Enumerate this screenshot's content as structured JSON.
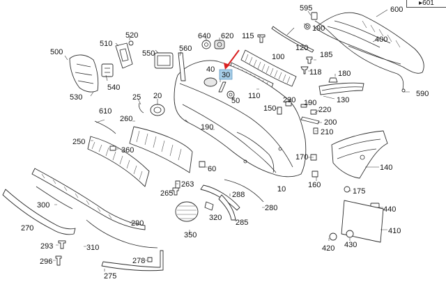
{
  "corner_label": "▸601",
  "highlighted_part": "30",
  "colors": {
    "highlight": "#a9cfe9",
    "arrow": "#d92020",
    "line": "#2a2a2a"
  },
  "labels": {
    "p595": "595",
    "p600": "600",
    "p190a": "190",
    "p640": "640",
    "p620": "620",
    "p520": "520",
    "p510": "510",
    "p500": "500",
    "p550": "550",
    "p560": "560",
    "p115": "115",
    "p120": "120",
    "p400": "400",
    "p40": "40",
    "p100": "100",
    "p185": "185",
    "p118": "118",
    "p180": "180",
    "p590": "590",
    "p540": "540",
    "p530": "530",
    "p30": "30",
    "p110": "110",
    "p50": "50",
    "p130": "130",
    "p25": "25",
    "p20": "20",
    "p610": "610",
    "p230": "230",
    "p150": "150",
    "p190b": "190",
    "p220": "220",
    "p260": "260",
    "p200": "200",
    "p190c": "190",
    "p210": "210",
    "p250": "250",
    "p360": "360",
    "p170": "170",
    "p140": "140",
    "p60": "60",
    "p263": "263",
    "p160": "160",
    "p265": "265",
    "p10": "10",
    "p175": "175",
    "p288": "288",
    "p300": "300",
    "p280": "280",
    "p440": "440",
    "p290": "290",
    "p320": "320",
    "p270": "270",
    "p285": "285",
    "p410": "410",
    "p350": "350",
    "p293": "293",
    "p430": "430",
    "p420": "420",
    "p310": "310",
    "p296": "296",
    "p278": "278",
    "p275": "275"
  }
}
